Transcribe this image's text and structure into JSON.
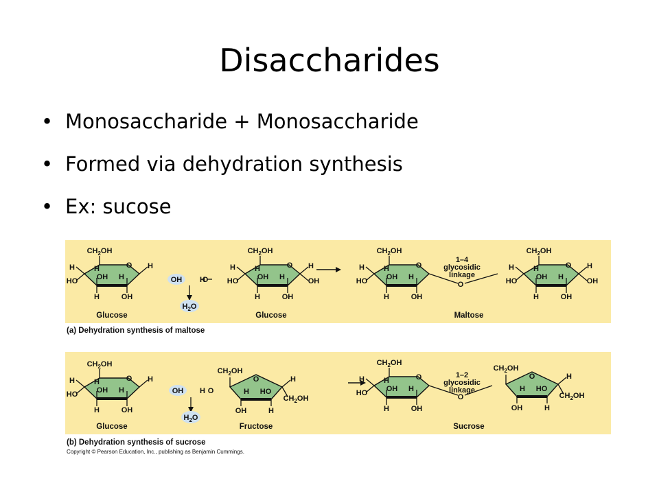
{
  "slide": {
    "title": "Disaccharides",
    "bullet_symbol": "•",
    "bullets": [
      "Monosaccharide + Monosaccharide",
      "Formed via dehydration synthesis",
      "Ex: sucose"
    ]
  },
  "figure": {
    "panel_color": "#fbeaa5",
    "ring_color": "#93c48b",
    "water_color": "#cfe1f0",
    "panel_a": {
      "caption": "(a) Dehydration synthesis of maltose",
      "labels": [
        "Glucose",
        "Glucose",
        "Maltose"
      ],
      "water": "H",
      "water_sub": "2",
      "water_end": "O",
      "linkage": [
        "1–4",
        "glycosidic",
        "linkage"
      ],
      "ch2oh": [
        "CH",
        "2",
        "OH"
      ]
    },
    "panel_b": {
      "caption": "(b) Dehydration synthesis of sucrose",
      "labels": [
        "Glucose",
        "Fructose",
        "Sucrose"
      ],
      "linkage": [
        "1–2",
        "glycosidic",
        "linkage"
      ]
    },
    "copyright": "Copyright © Pearson Education, Inc., publishing as Benjamin Cummings."
  }
}
